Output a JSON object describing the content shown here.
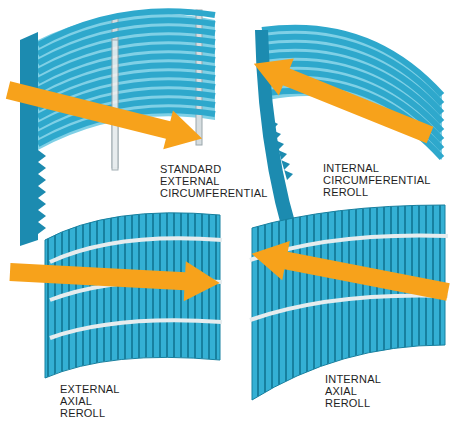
{
  "diagram": {
    "labels": [
      "STANDARD EXTERNAL CIRCUMFERENTIAL",
      "INTERNAL CIRCUMFERENTIAL REROLL",
      "EXTERNAL AXIAL REROLL",
      "INTERNAL AXIAL REROLL"
    ]
  }
}
